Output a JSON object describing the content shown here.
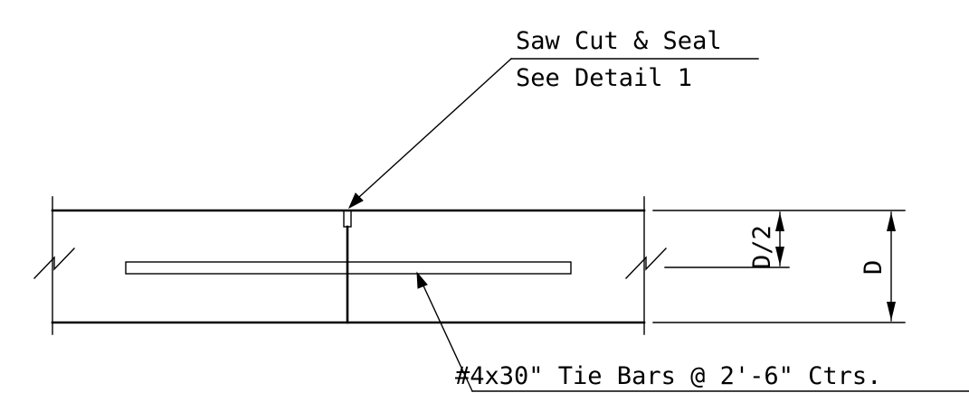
{
  "labels": {
    "saw_cut": "Saw Cut & Seal",
    "see_detail": "See Detail 1",
    "tie_bars": "#4x30\" Tie Bars @ 2'-6\" Ctrs.",
    "half_depth": "D/2",
    "depth": "D"
  }
}
